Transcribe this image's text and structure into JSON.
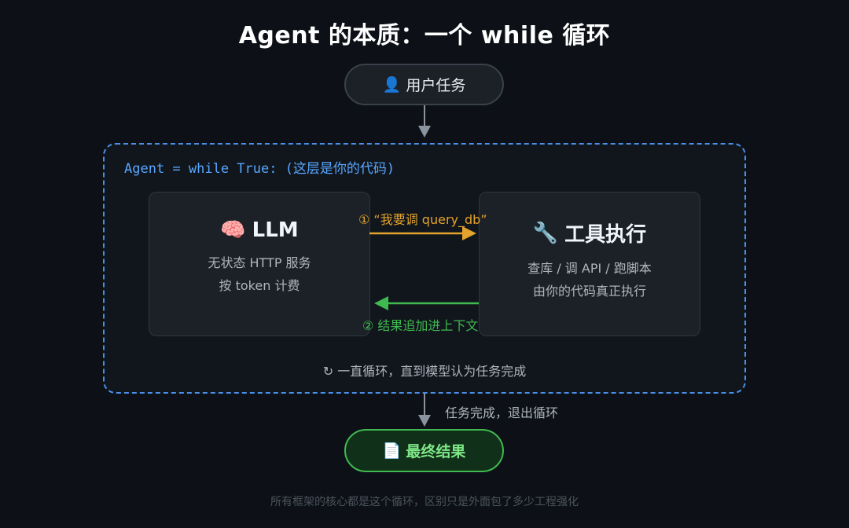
{
  "title": "Agent 的本质：一个 while 循环",
  "start": {
    "icon": "👤",
    "label": "用户任务"
  },
  "loop": {
    "label": "Agent = while True: (这层是你的代码)",
    "note_icon": "↻",
    "note": "一直循环，直到模型认为任务完成"
  },
  "llm": {
    "icon": "🧠",
    "title": "LLM",
    "lines": [
      "无状态 HTTP 服务",
      "按 token 计费"
    ]
  },
  "tool": {
    "icon": "🔧",
    "title": "工具执行",
    "lines": [
      "查库 / 调 API / 跑脚本",
      "由你的代码真正执行"
    ]
  },
  "arrows": {
    "call": "① “我要调 query_db”",
    "result": "② 结果追加进上下文"
  },
  "exit_label": "任务完成，退出循环",
  "end": {
    "icon": "📄",
    "label": "最终结果"
  },
  "footer": "所有框架的核心都是这个循环，区别只是外面包了多少工程强化",
  "colors": {
    "background": "#0d1117",
    "loop_border": "#4a8fe7",
    "call_arrow": "#e3a32c",
    "result_arrow": "#3fb950",
    "flow_arrow": "#8b949e"
  }
}
